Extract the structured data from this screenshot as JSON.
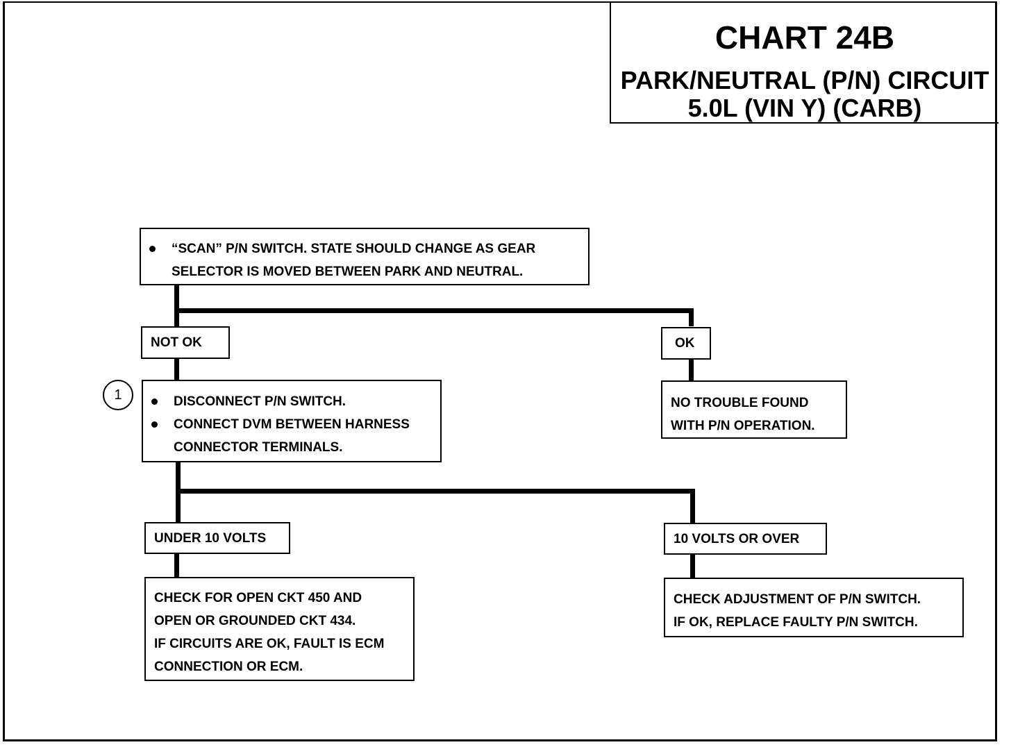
{
  "title": {
    "main": "CHART 24B",
    "line1": "PARK/NEUTRAL (P/N) CIRCUIT",
    "line2": "5.0L  (VIN Y)  (CARB)"
  },
  "steps": {
    "scan": {
      "bullet1_a": "“SCAN” P/N SWITCH.  STATE SHOULD CHANGE AS GEAR",
      "bullet1_b": "SELECTOR IS MOVED BETWEEN PARK AND NEUTRAL."
    },
    "not_ok": "NOT OK",
    "ok": "OK",
    "disconnect": {
      "callout": "1",
      "bullet1": "DISCONNECT P/N SWITCH.",
      "bullet2_a": "CONNECT DVM BETWEEN HARNESS",
      "bullet2_b": "CONNECTOR TERMINALS."
    },
    "no_trouble": {
      "line1": "NO TROUBLE FOUND",
      "line2": "WITH P/N OPERATION."
    },
    "under_10": "UNDER 10 VOLTS",
    "over_10": "10 VOLTS OR OVER",
    "check_open": {
      "line1": "CHECK FOR OPEN CKT 450 AND",
      "line2": "OPEN OR GROUNDED CKT 434.",
      "line3": "IF CIRCUITS ARE OK, FAULT IS ECM",
      "line4": "CONNECTION OR ECM."
    },
    "check_adjust": {
      "line1": "CHECK ADJUSTMENT OF P/N SWITCH.",
      "line2": "IF OK, REPLACE FAULTY P/N SWITCH."
    }
  }
}
